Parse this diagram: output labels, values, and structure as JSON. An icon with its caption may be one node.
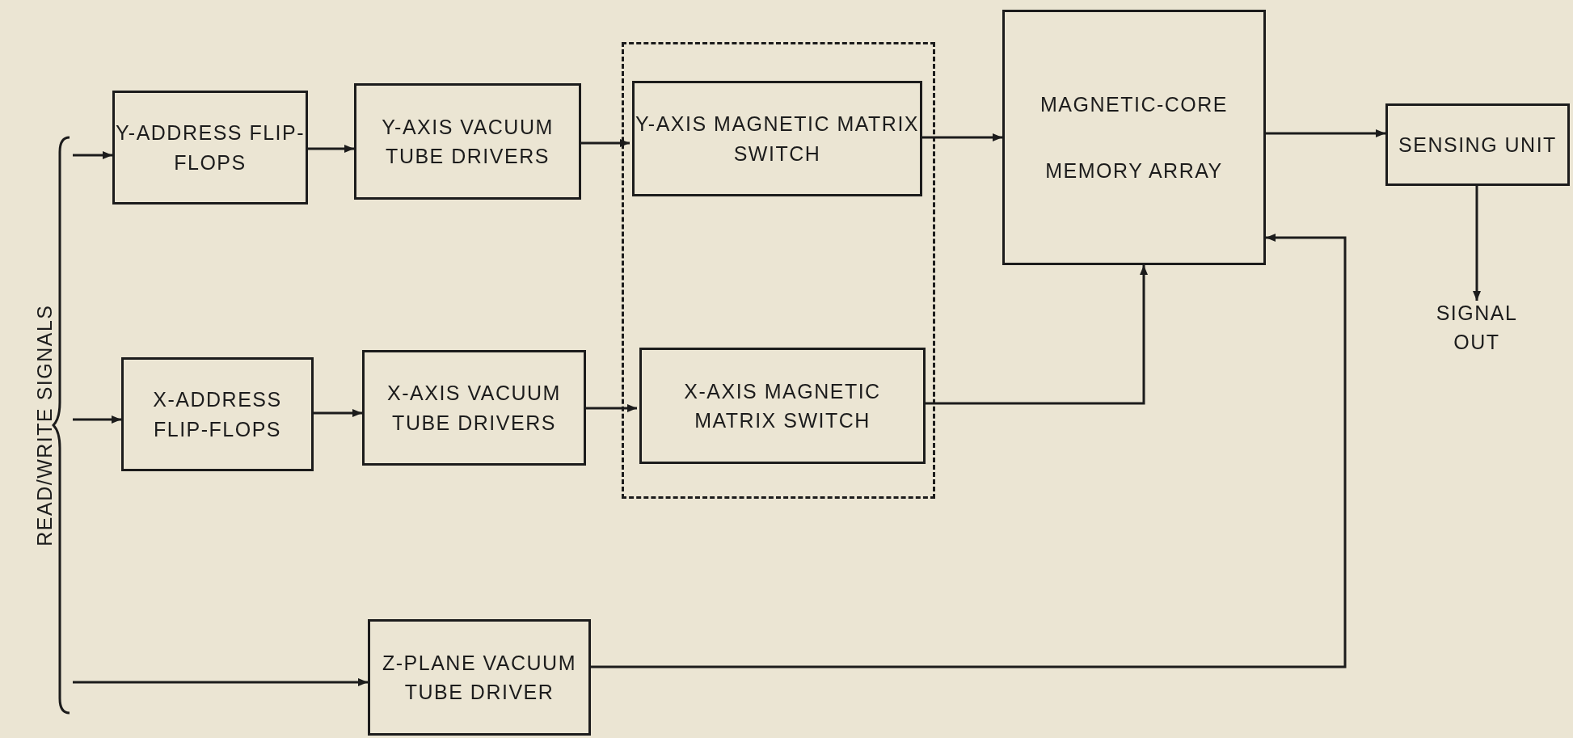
{
  "diagram": {
    "nodes": [
      {
        "text": [
          "Y-ADDRESS FLIP-FLOPS"
        ]
      },
      {
        "text": [
          "Y-AXIS VACUUM TUBE DRIVERS"
        ]
      },
      {
        "text": [],
        "shape": "box"
      },
      {
        "text": [
          "Y-AXIS MAGNETIC MATRIX SWITCH"
        ],
        "in": 2
      },
      {
        "text": [
          "X-AXIS MAGNETIC MATRIX SWITCH"
        ],
        "in": 2
      },
      {
        "text": [
          "MAGNETIC-CORE MEMORY ARRAY"
        ]
      },
      {
        "text": [
          "SENSING UNIT"
        ]
      },
      {
        "text": [
          "X-ADDRESS FLIP-FLOPS"
        ]
      },
      {
        "text": [
          "X-AXIS VACUUM TUBE DRIVERS"
        ]
      },
      {
        "text": [
          "Z-PLANE VACUUM TUBE DRIVER"
        ]
      },
      {
        "text": [
          "SIGNAL OUT"
        ]
      },
      {
        "text": [
          "READ/WRITE SIGNALS"
        ]
      }
    ],
    "edges": [
      {
        "from": 11,
        "to": 0,
        "arrow": "to"
      },
      {
        "from": 0,
        "to": 1,
        "arrow": "to"
      },
      {
        "from": 1,
        "to": 3,
        "arrow": "to"
      },
      {
        "from": 3,
        "to": 5,
        "arrow": "to"
      },
      {
        "from": 5,
        "to": 6,
        "arrow": "to"
      },
      {
        "from": 6,
        "to": 10,
        "arrow": "to"
      },
      {
        "from": 11,
        "to": 7,
        "arrow": "to"
      },
      {
        "from": 7,
        "to": 8,
        "arrow": "to"
      },
      {
        "from": 8,
        "to": 4,
        "arrow": "to"
      },
      {
        "from": 4,
        "to": 5,
        "arrow": "to"
      },
      {
        "from": 11,
        "to": 9,
        "arrow": "to"
      },
      {
        "from": 9,
        "to": 5,
        "arrow": "to"
      }
    ]
  }
}
